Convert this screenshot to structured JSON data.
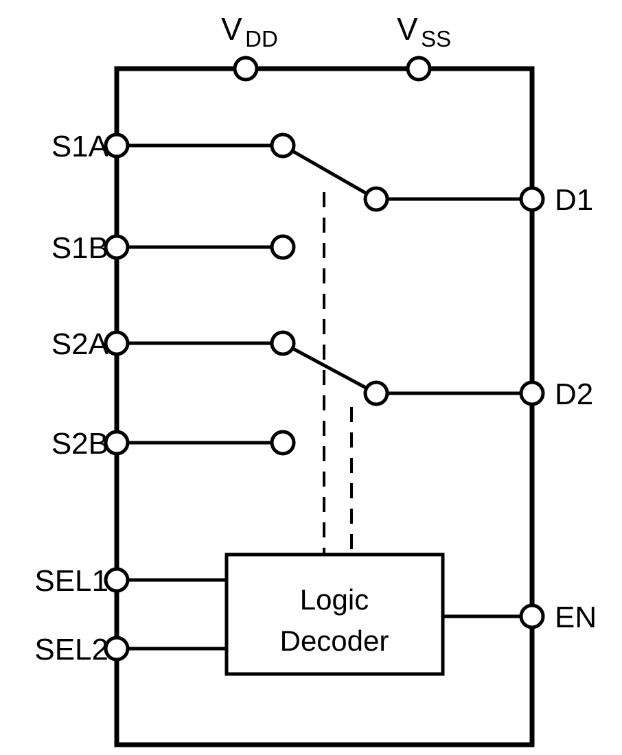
{
  "diagram": {
    "power_pins": {
      "vdd": {
        "main": "V",
        "sub": "DD"
      },
      "vss": {
        "main": "V",
        "sub": "SS"
      }
    },
    "left_pins": [
      {
        "label": "S1A"
      },
      {
        "label": "S1B"
      },
      {
        "label": "S2A"
      },
      {
        "label": "S2B"
      },
      {
        "label": "SEL1"
      },
      {
        "label": "SEL2"
      }
    ],
    "right_pins": [
      {
        "label": "D1"
      },
      {
        "label": "D2"
      },
      {
        "label": "EN"
      }
    ],
    "block": {
      "line1": "Logic",
      "line2": "Decoder"
    }
  }
}
